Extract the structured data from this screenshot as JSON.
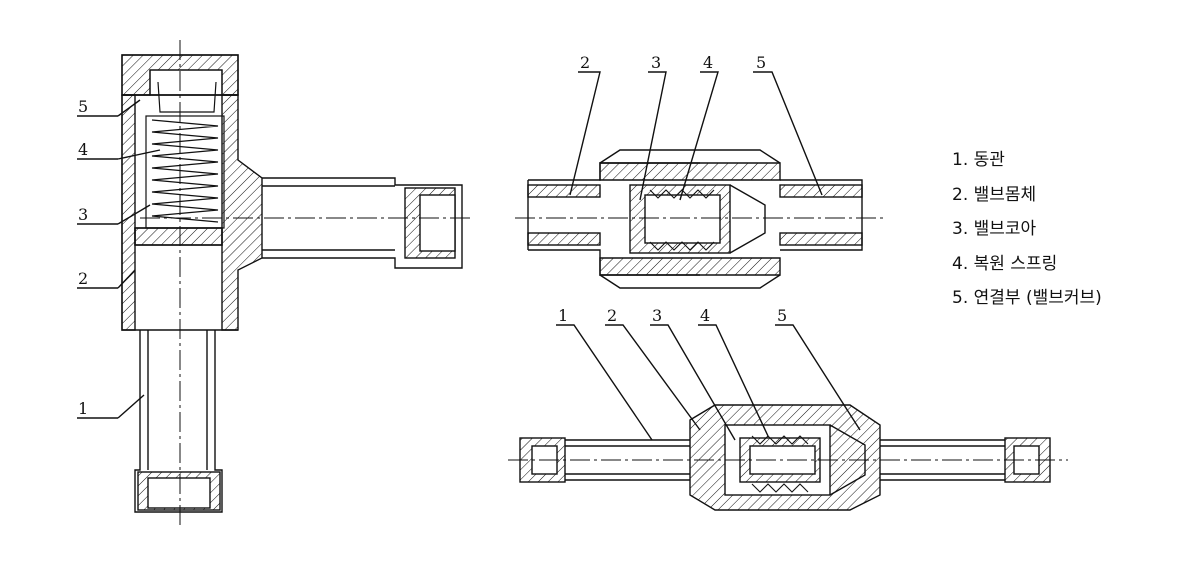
{
  "views": {
    "left_view": {
      "callouts": [
        "5",
        "4",
        "3",
        "2",
        "1"
      ]
    },
    "top_right_view": {
      "callouts": [
        "2",
        "3",
        "4",
        "5"
      ]
    },
    "bottom_right_view": {
      "callouts": [
        "1",
        "2",
        "3",
        "4",
        "5"
      ]
    }
  },
  "legend": {
    "items": [
      "1. 동관",
      "2. 밸브몸체",
      "3. 밸브코아",
      "4. 복원 스프링",
      "5. 연결부 (밸브커브)"
    ]
  },
  "colors": {
    "line": "#111111",
    "background": "#ffffff"
  }
}
